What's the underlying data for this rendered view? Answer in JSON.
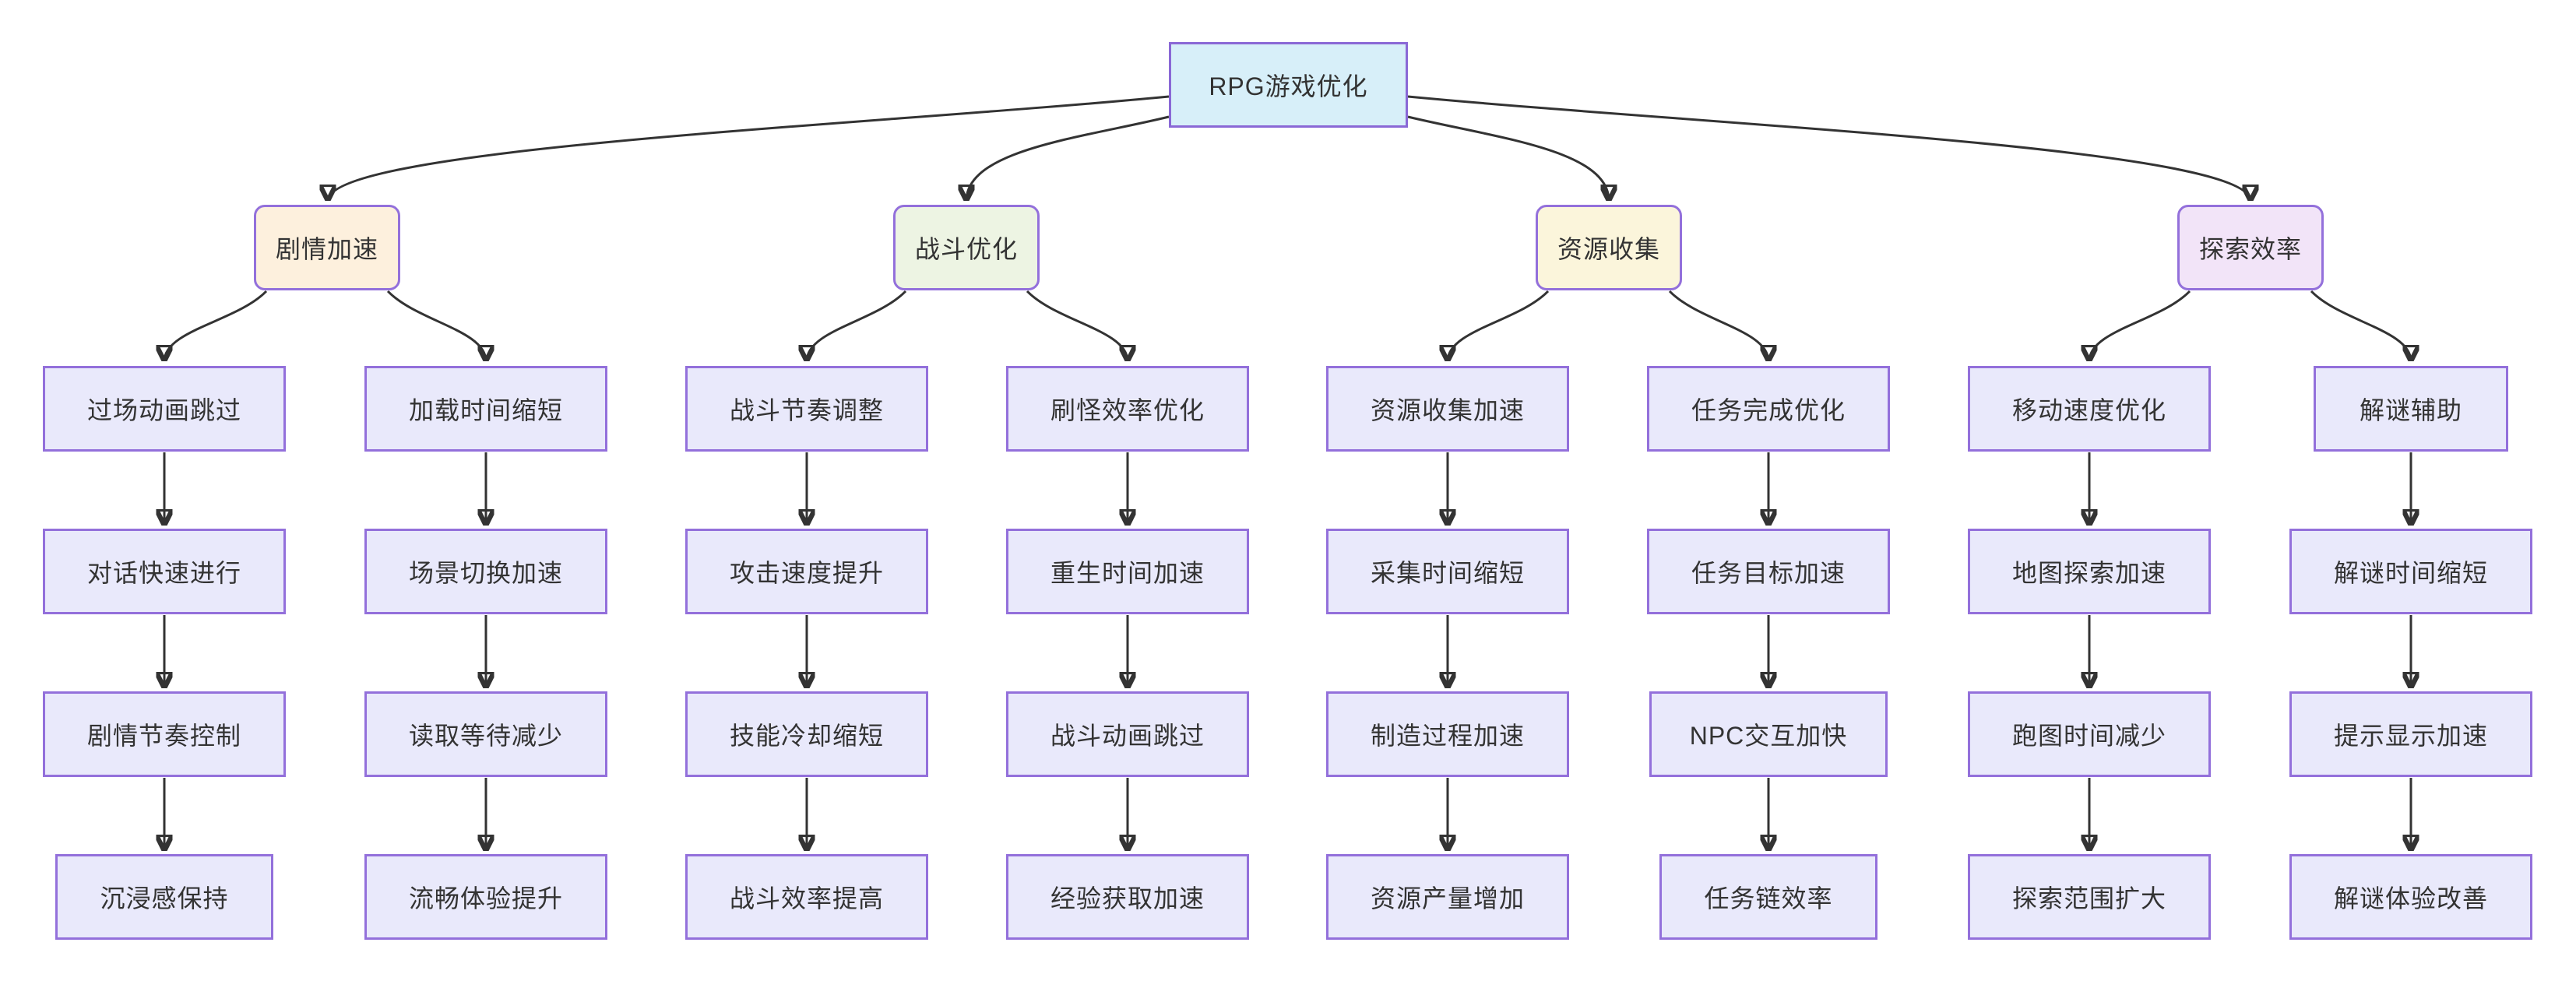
{
  "diagram": {
    "type": "flowchart-top-down",
    "colors": {
      "root_fill": "#d7eff9",
      "branch_story_fill": "#fdf0dd",
      "branch_combat_fill": "#edf4e3",
      "branch_resource_fill": "#fbf5db",
      "branch_explore_fill": "#f2e4f8",
      "leaf_fill": "#e9e9fb",
      "node_border": "#9370DB",
      "edge_stroke": "#333333",
      "text": "#333333"
    },
    "nodes": {
      "root": "RPG游戏优化",
      "branches": [
        "剧情加速",
        "战斗优化",
        "资源收集",
        "探索效率"
      ],
      "columns": [
        [
          "过场动画跳过",
          "对话快速进行",
          "剧情节奏控制",
          "沉浸感保持"
        ],
        [
          "加载时间缩短",
          "场景切换加速",
          "读取等待减少",
          "流畅体验提升"
        ],
        [
          "战斗节奏调整",
          "攻击速度提升",
          "技能冷却缩短",
          "战斗效率提高"
        ],
        [
          "刷怪效率优化",
          "重生时间加速",
          "战斗动画跳过",
          "经验获取加速"
        ],
        [
          "资源收集加速",
          "采集时间缩短",
          "制造过程加速",
          "资源产量增加"
        ],
        [
          "任务完成优化",
          "任务目标加速",
          "NPC交互加快",
          "任务链效率"
        ],
        [
          "移动速度优化",
          "地图探索加速",
          "跑图时间减少",
          "探索范围扩大"
        ],
        [
          "解谜辅助",
          "解谜时间缩短",
          "提示显示加速",
          "解谜体验改善"
        ]
      ]
    },
    "edges": {
      "root_to_branches": [
        [
          0,
          1
        ],
        [
          0,
          2
        ],
        [
          0,
          3
        ],
        [
          0,
          4
        ]
      ],
      "branch_to_columns": [
        [
          1,
          "c1"
        ],
        [
          1,
          "c2"
        ],
        [
          2,
          "c3"
        ],
        [
          2,
          "c4"
        ],
        [
          3,
          "c5"
        ],
        [
          3,
          "c6"
        ],
        [
          4,
          "c7"
        ],
        [
          4,
          "c8"
        ]
      ],
      "column_chains": "each column links row1→row2→row3→row4 with arrows"
    }
  }
}
